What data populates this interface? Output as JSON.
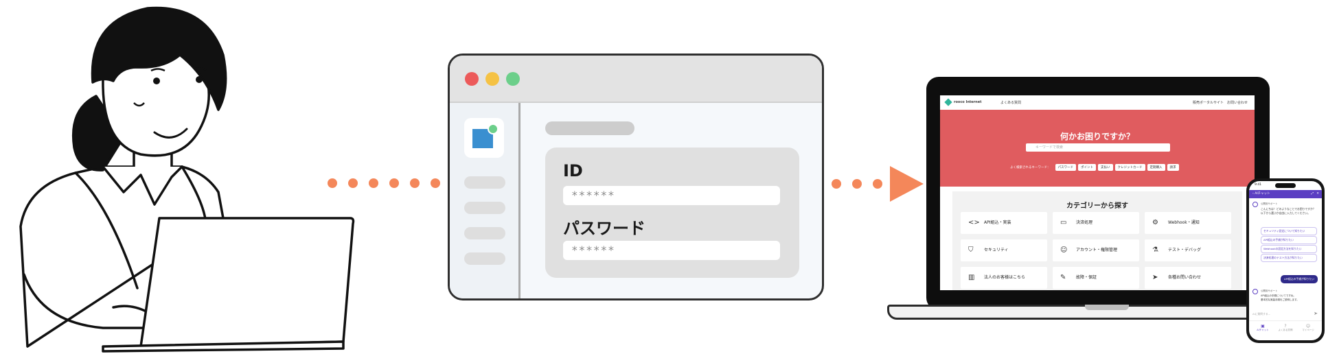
{
  "login_mock": {
    "id_label": "ID",
    "id_value": "******",
    "password_label": "パスワード",
    "password_value": "******"
  },
  "help_site": {
    "logo": "rooco Internet",
    "header_link": "よくある質問",
    "nav": [
      "販売ポータルサイト",
      "お問い合わせ"
    ],
    "hero_title": "何かお困りですか？",
    "search_placeholder": "キーワードで検索",
    "keywords_label": "よく検索されるキーワード：",
    "keywords": [
      "パスワード",
      "ポイント",
      "支払い",
      "クレジットカード",
      "定期購入",
      "請求"
    ],
    "category_title": "カテゴリーから探す",
    "categories": [
      {
        "label": "API組込・実装",
        "icon": "code-icon"
      },
      {
        "label": "決済処理",
        "icon": "card-icon"
      },
      {
        "label": "Webhook・通知",
        "icon": "webhook-icon"
      },
      {
        "label": "セキュリティ",
        "icon": "shield-icon"
      },
      {
        "label": "アカウント・権限管理",
        "icon": "users-icon"
      },
      {
        "label": "テスト・デバッグ",
        "icon": "flask-icon"
      },
      {
        "label": "法人のお客様はこちら",
        "icon": "building-icon"
      },
      {
        "label": "故障・保証",
        "icon": "wrench-icon"
      },
      {
        "label": "各種お問い合わせ",
        "icon": "send-icon"
      }
    ]
  },
  "chat": {
    "time": "9:41",
    "header": "AIチャット",
    "bot_name": "公開用サポート",
    "greeting": "こんにちは！どのようなことでお困りですか？以下から選ぶか自由に入力してください。",
    "suggestions": [
      "セキュリティ設定について知りたい",
      "API組込の手順が知りたい",
      "Webhookの設定方法を知りたい",
      "決済処理のテスト方法が知りたい"
    ],
    "user_message": "API組込の手順が知りたい",
    "bot_reply_1": "API組込の手順についてですね。",
    "bot_reply_2": "基本的な実装手順をご説明します。",
    "input_placeholder": "AIに質問する...",
    "tabs": [
      "AIチャット",
      "よくある質問",
      "マイページ"
    ]
  },
  "colors": {
    "accent_orange": "#f4875a",
    "hero_red": "#e05c5f",
    "chat_purple": "#5b3fc2",
    "traffic_red": "#ec5a5a",
    "traffic_yellow": "#f5c244",
    "traffic_green": "#6ccf8a"
  }
}
